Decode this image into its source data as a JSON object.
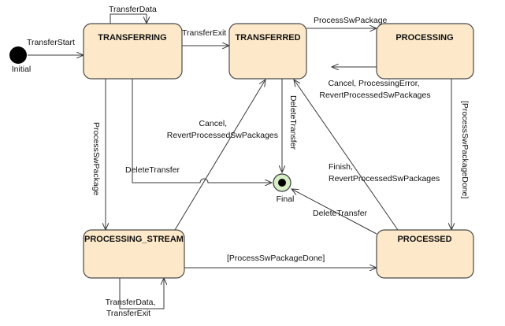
{
  "states": {
    "transferring": "TRANSFERRING",
    "transferred": "TRANSFERRED",
    "processing": "PROCESSING",
    "processing_stream": "PROCESSING_STREAM",
    "processed": "PROCESSED"
  },
  "pseudostates": {
    "initial": "Initial",
    "final": "Final"
  },
  "transitions": {
    "transfer_start": "TransferStart",
    "transfer_data_self": "TransferData",
    "transfer_exit": "TransferExit",
    "process_sw_package_top": "ProcessSwPackage",
    "cancel_from_processing": [
      "Cancel, ProcessingError,",
      "RevertProcessedSwPackages"
    ],
    "process_sw_package_done_right": "[ProcessSwPackageDone]",
    "process_sw_package_left": "ProcessSwPackage",
    "delete_transfer_left": "DeleteTransfer",
    "cancel_from_stream": [
      "Cancel,",
      "RevertProcessedSwPackages"
    ],
    "delete_transfer_center": "DeleteTransfer",
    "finish_from_processed": [
      "Finish,",
      "RevertProcessedSwPackages"
    ],
    "delete_transfer_processed": "DeleteTransfer",
    "process_sw_package_done_bottom": "[ProcessSwPackageDone]",
    "stream_self": [
      "TransferData,",
      "TransferExit"
    ]
  },
  "colors": {
    "state_fill": "#fde9c9",
    "final_fill": "#d7efc4"
  }
}
